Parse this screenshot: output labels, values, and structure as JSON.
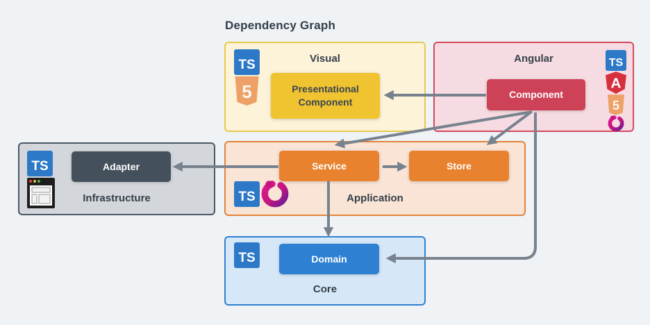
{
  "title": "Dependency Graph",
  "colors": {
    "page_bg": "#EFF3F6",
    "text_dark": "#36404A",
    "arrow_gray": "#78828E",
    "typescript_blue": "#2D79C7",
    "html5_orange": "#EDA166",
    "angular_red": "#D6303F",
    "rxjs_pink": "#E0168F",
    "rxjs_purple": "#6C1D96",
    "visual_bg": "#FCF3D8",
    "visual_border": "#E9C84D",
    "visual_node": "#F0C331",
    "angular_bg": "#F6DCE2",
    "angular_border": "#D5465C",
    "angular_node": "#CE4257",
    "infrastructure_bg": "#D3D7DB",
    "infrastructure_border": "#4A5866",
    "infrastructure_node": "#44505C",
    "application_bg": "#F9E4D6",
    "application_border": "#E2823B",
    "application_node": "#E8822E",
    "core_bg": "#D6E7F8",
    "core_border": "#2F80D2",
    "core_node": "#2E80D2"
  },
  "icons": {
    "typescript": "TS",
    "html5": "5",
    "angular": "A",
    "rxjs": "rxjs-swirl",
    "browser": "browser-window"
  },
  "groups": {
    "visual": {
      "label": "Visual",
      "node": "Presentational Component",
      "icons": [
        "typescript",
        "html5"
      ]
    },
    "angular": {
      "label": "Angular",
      "node": "Component",
      "icons": [
        "typescript",
        "angular",
        "html5",
        "rxjs"
      ]
    },
    "infrastructure": {
      "label": "Infrastructure",
      "node": "Adapter",
      "icons": [
        "typescript",
        "browser"
      ]
    },
    "application": {
      "label": "Application",
      "node_service": "Service",
      "node_store": "Store",
      "icons": [
        "typescript",
        "rxjs"
      ]
    },
    "core": {
      "label": "Core",
      "node": "Domain",
      "icons": [
        "typescript"
      ]
    }
  },
  "edges": [
    {
      "from": "Component",
      "to": "Presentational Component"
    },
    {
      "from": "Component",
      "to": "Service"
    },
    {
      "from": "Component",
      "to": "Store"
    },
    {
      "from": "Component",
      "to": "Domain"
    },
    {
      "from": "Service",
      "to": "Adapter"
    },
    {
      "from": "Service",
      "to": "Store"
    },
    {
      "from": "Service",
      "to": "Domain"
    }
  ]
}
